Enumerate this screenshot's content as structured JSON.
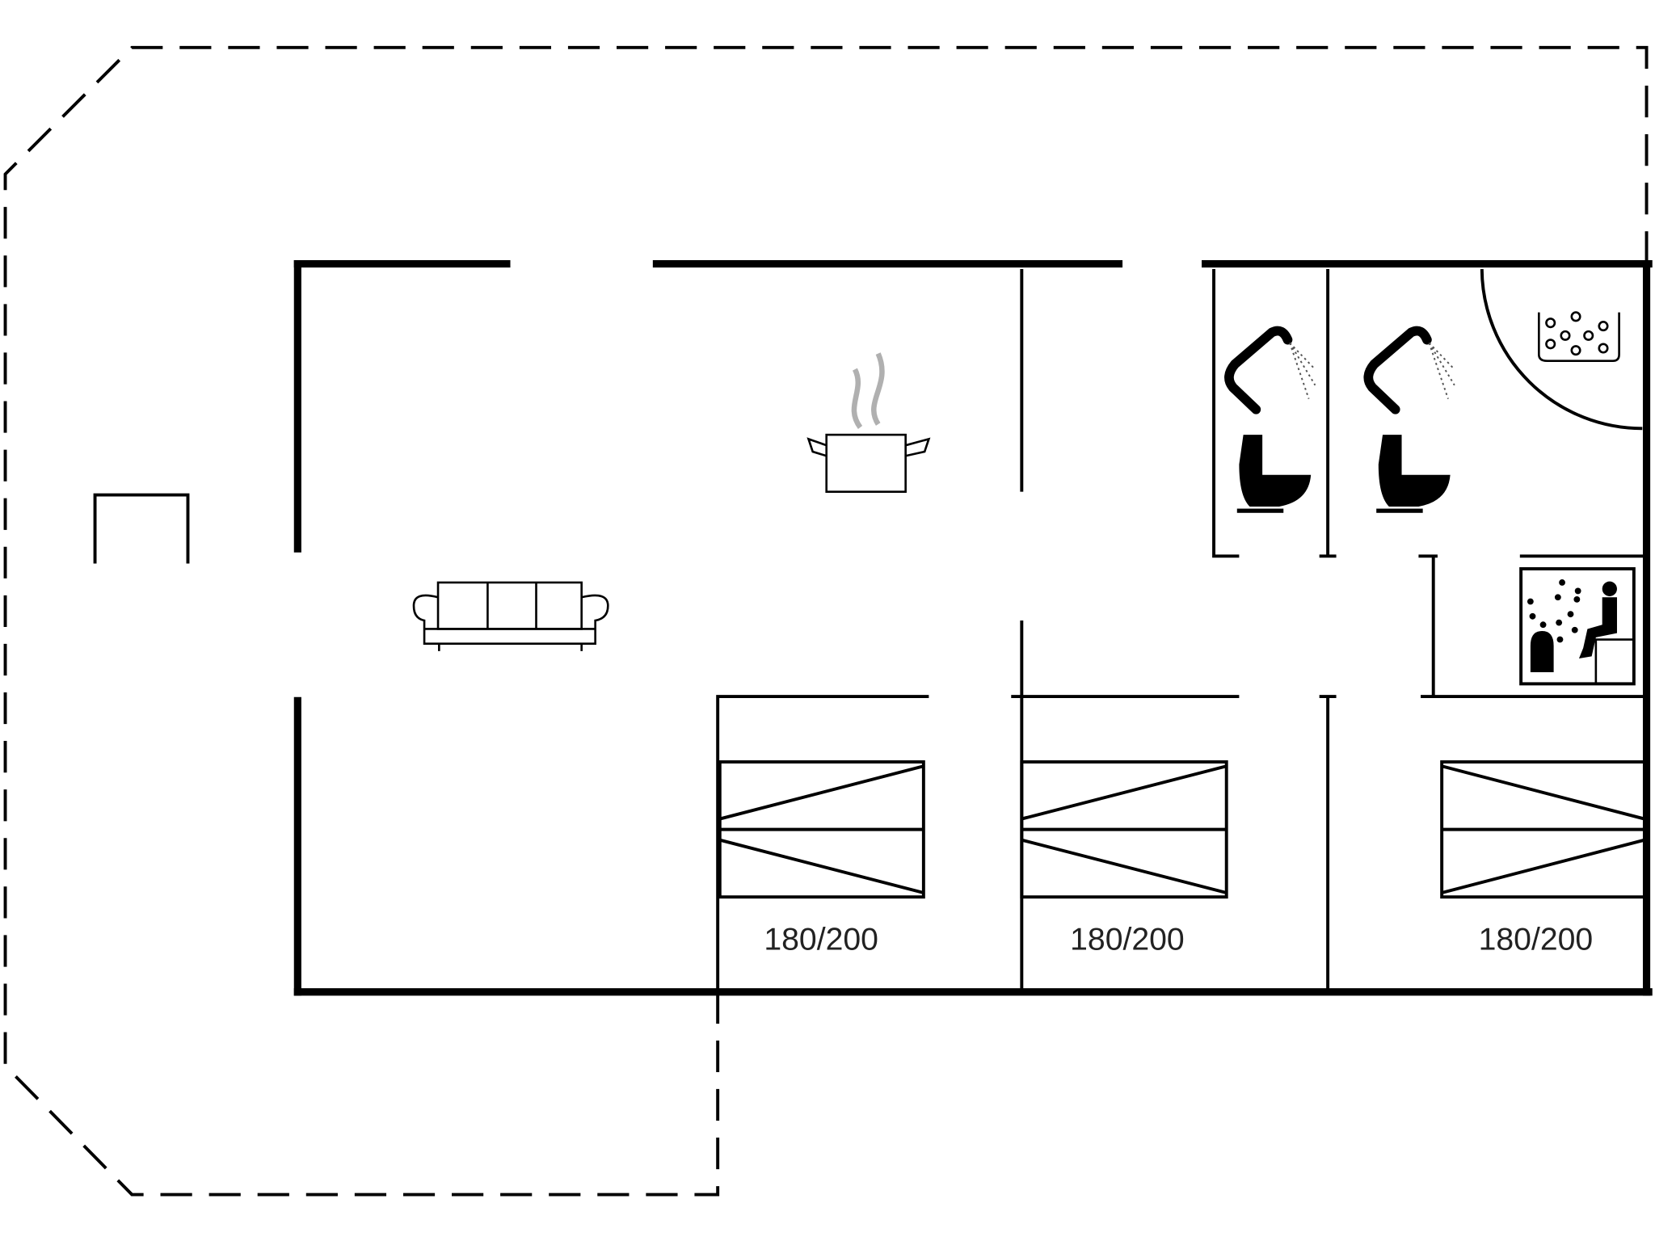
{
  "plan": {
    "bedrooms": [
      {
        "bed_size": "180/200"
      },
      {
        "bed_size": "180/200"
      },
      {
        "bed_size": "180/200"
      }
    ],
    "icons": [
      "sofa-icon",
      "cooking-pot-icon",
      "shower-icon",
      "toilet-icon",
      "hot-tub-icon",
      "sauna-icon",
      "bed-icon"
    ],
    "colors": {
      "line": "#000000",
      "steam": "#b0b0b0"
    }
  }
}
